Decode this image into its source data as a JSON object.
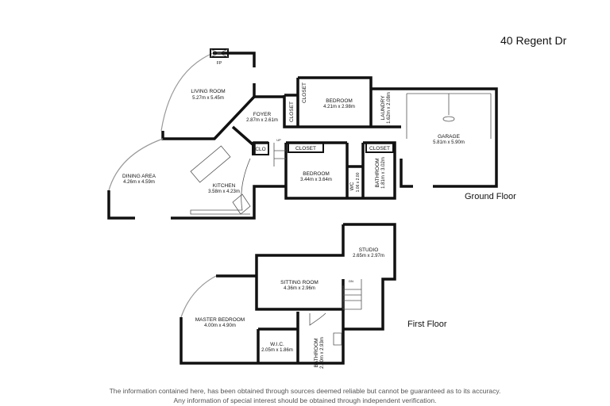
{
  "title": "40 Regent Dr",
  "ground_floor": {
    "label": "Ground Floor",
    "rooms": {
      "living": {
        "name": "LIVING ROOM",
        "dims": "5.27m x 5.45m"
      },
      "fireplace": {
        "name": "FP"
      },
      "foyer": {
        "name": "FOYER",
        "dims": "2.87m x 2.61m"
      },
      "dining": {
        "name": "DINING AREA",
        "dims": "4.26m x 4.59m"
      },
      "kitchen": {
        "name": "KITCHEN",
        "dims": "3.58m x 4.23m"
      },
      "bedroom1": {
        "name": "BEDROOM",
        "dims": "4.21m x 2.98m"
      },
      "bedroom1_closet": {
        "name": "CLOSET"
      },
      "foyer_closet": {
        "name": "CLOSET"
      },
      "laundry": {
        "name": "LAUNDRY",
        "dims": "1.62m x 2.08m"
      },
      "garage": {
        "name": "GARAGE",
        "dims": "5.81m x 5.90m"
      },
      "clo": {
        "name": "CLO"
      },
      "stairs": {
        "name": "UP"
      },
      "bedroom2": {
        "name": "BEDROOM",
        "dims": "3.44m x 3.64m"
      },
      "bedroom2_closet": {
        "name": "CLOSET"
      },
      "wc": {
        "name": "WC",
        "dims": "1.06 x 2.00"
      },
      "bathroom": {
        "name": "BATHROOM",
        "dims": "1.81m x 3.02m"
      },
      "bathroom_closet": {
        "name": "CLOSET"
      }
    }
  },
  "first_floor": {
    "label": "First Floor",
    "rooms": {
      "studio": {
        "name": "STUDIO",
        "dims": "2.65m x 2.97m"
      },
      "sitting": {
        "name": "SITTING ROOM",
        "dims": "4.36m x 2.96m"
      },
      "stairs": {
        "name": "DN"
      },
      "master": {
        "name": "MASTER BEDROOM",
        "dims": "4.00m x 4.90m"
      },
      "wic": {
        "name": "W.I.C.",
        "dims": "2.05m x 1.86m"
      },
      "bathroom": {
        "name": "BATHROOM",
        "dims": "2.20m x 2.93m"
      }
    }
  },
  "footer": {
    "line1": "The information contained here, has been obtained through sources deemed reliable but cannot be guaranteed as to its accuracy.",
    "line2": "Any information of special interest should be obtained through independent verification."
  }
}
